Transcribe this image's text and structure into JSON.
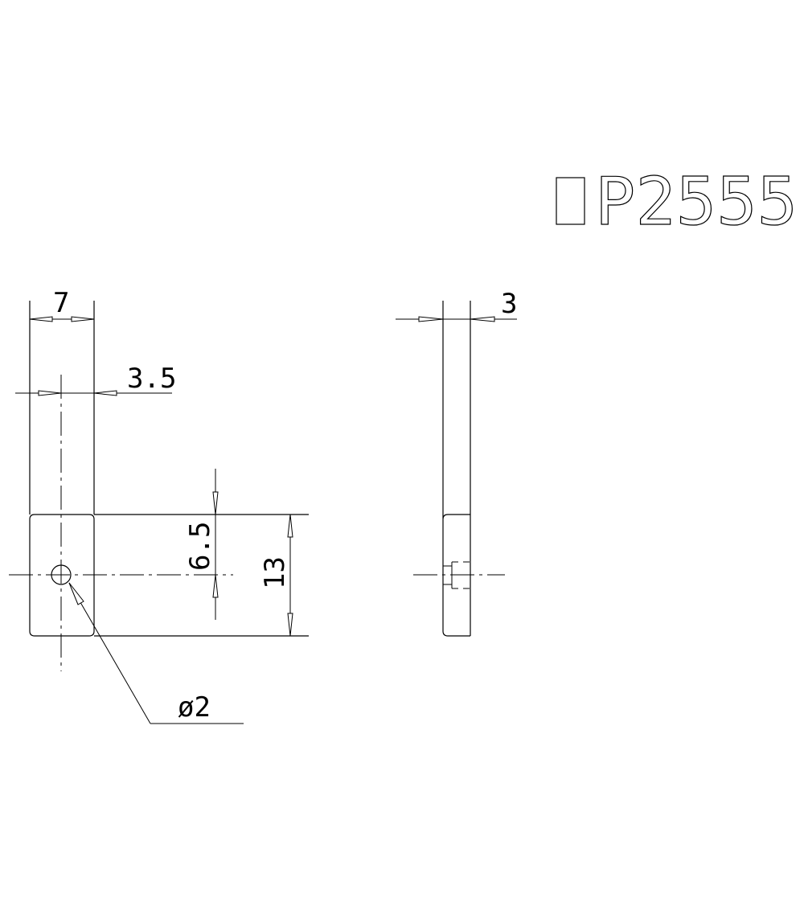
{
  "drawing": {
    "title": "▯P2555",
    "title_glyph_note": "first character rendered as empty box",
    "line_color": "#000000",
    "background": "#ffffff"
  },
  "front_view": {
    "dimensions": {
      "width": "7",
      "center_offset": "3.5",
      "half_height": "6.5",
      "height": "13",
      "hole_diameter": "ø2"
    }
  },
  "side_view": {
    "dimensions": {
      "thickness": "3"
    }
  }
}
